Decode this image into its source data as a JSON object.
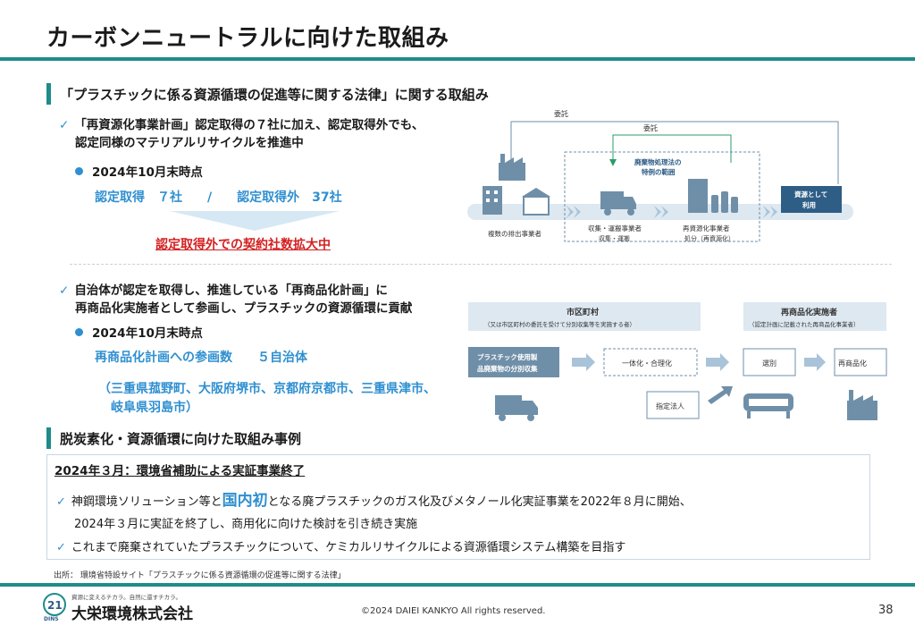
{
  "page": {
    "title": "カーボンニュートラルに向けた取組み",
    "page_number": "38",
    "copyright": "©2024 DAIEI KANKYO All rights reserved.",
    "source": "出所： 環境省特設サイト「プラスチックに係る資源循環の促進等に関する法律」",
    "logo_slogan": "資源に変えるチカラ。自然に還すチカラ。",
    "logo_name": "大栄環境株式会社",
    "logo_mark": "21",
    "logo_mark_sub": "DINS"
  },
  "section1": {
    "heading": "「プラスチックに係る資源循環の促進等に関する法律」に関する取組み",
    "item1": {
      "line1": "「再資源化事業計画」認定取得の７社に加え、認定取得外でも、",
      "line2": "認定同様のマテリアルリサイクルを推進中",
      "date": "2024年10月末時点",
      "stat": "認定取得　７社　　/　　認定取得外　37社",
      "emphasis": "認定取得外での契約社数拡大中"
    },
    "item2": {
      "line1": "自治体が認定を取得し、推進している「再商品化計画」に",
      "line2": "再商品化実施者として参画し、プラスチックの資源循環に貢献",
      "date": "2024年10月末時点",
      "stat": "再商品化計画への参画数　　５自治体",
      "list1": "（三重県菰野町、大阪府堺市、京都府京都市、三重県津市、",
      "list2": "岐阜県羽島市）"
    }
  },
  "diagram1": {
    "commission_top": "委託",
    "commission_inner": "委託",
    "special_range_1": "廃棄物処理法の",
    "special_range_2": "特例の範囲",
    "emitters": "複数の排出事業者",
    "collector_1": "収集・運搬事業者",
    "collector_2": "収集・運搬",
    "recycler_1": "再資源化事業者",
    "recycler_2": "処分（再資源化）",
    "use_1": "資源として",
    "use_2": "利用"
  },
  "diagram2": {
    "municipality": "市区町村",
    "municipality_sub": "（又は市区町村の委託を受けて分別収集等を実施する者）",
    "implementer": "再商品化実施者",
    "implementer_sub": "（認定計画に記載された再商品化事業者）",
    "sorting_1": "プラスチック使用製",
    "sorting_2": "品廃棄物の分別収集",
    "integration": "一体化・合理化",
    "designated": "指定法人",
    "selection": "選別",
    "recommercialize": "再商品化"
  },
  "section2": {
    "heading": "脱炭素化・資源循環に向けた取組み事例",
    "case_title": "2024年３月：環境省補助による実証事業終了",
    "line1_pre": "神鋼環境ソリューション等と",
    "line1_big": "国内初",
    "line1_post": "となる廃プラスチックのガス化及びメタノール化実証事業を2022年８月に開始、",
    "line2": "2024年３月に実証を終了し、商用化に向けた検討を引き続き実施",
    "line3": "これまで廃棄されていたプラスチックについて、ケミカルリサイクルによる資源循環システム構築を目指す"
  },
  "colors": {
    "teal": "#1e8c8a",
    "blue": "#2f8fd0",
    "red": "#d42020",
    "steel": "#6f8fa8",
    "navy": "#2e5d86"
  }
}
